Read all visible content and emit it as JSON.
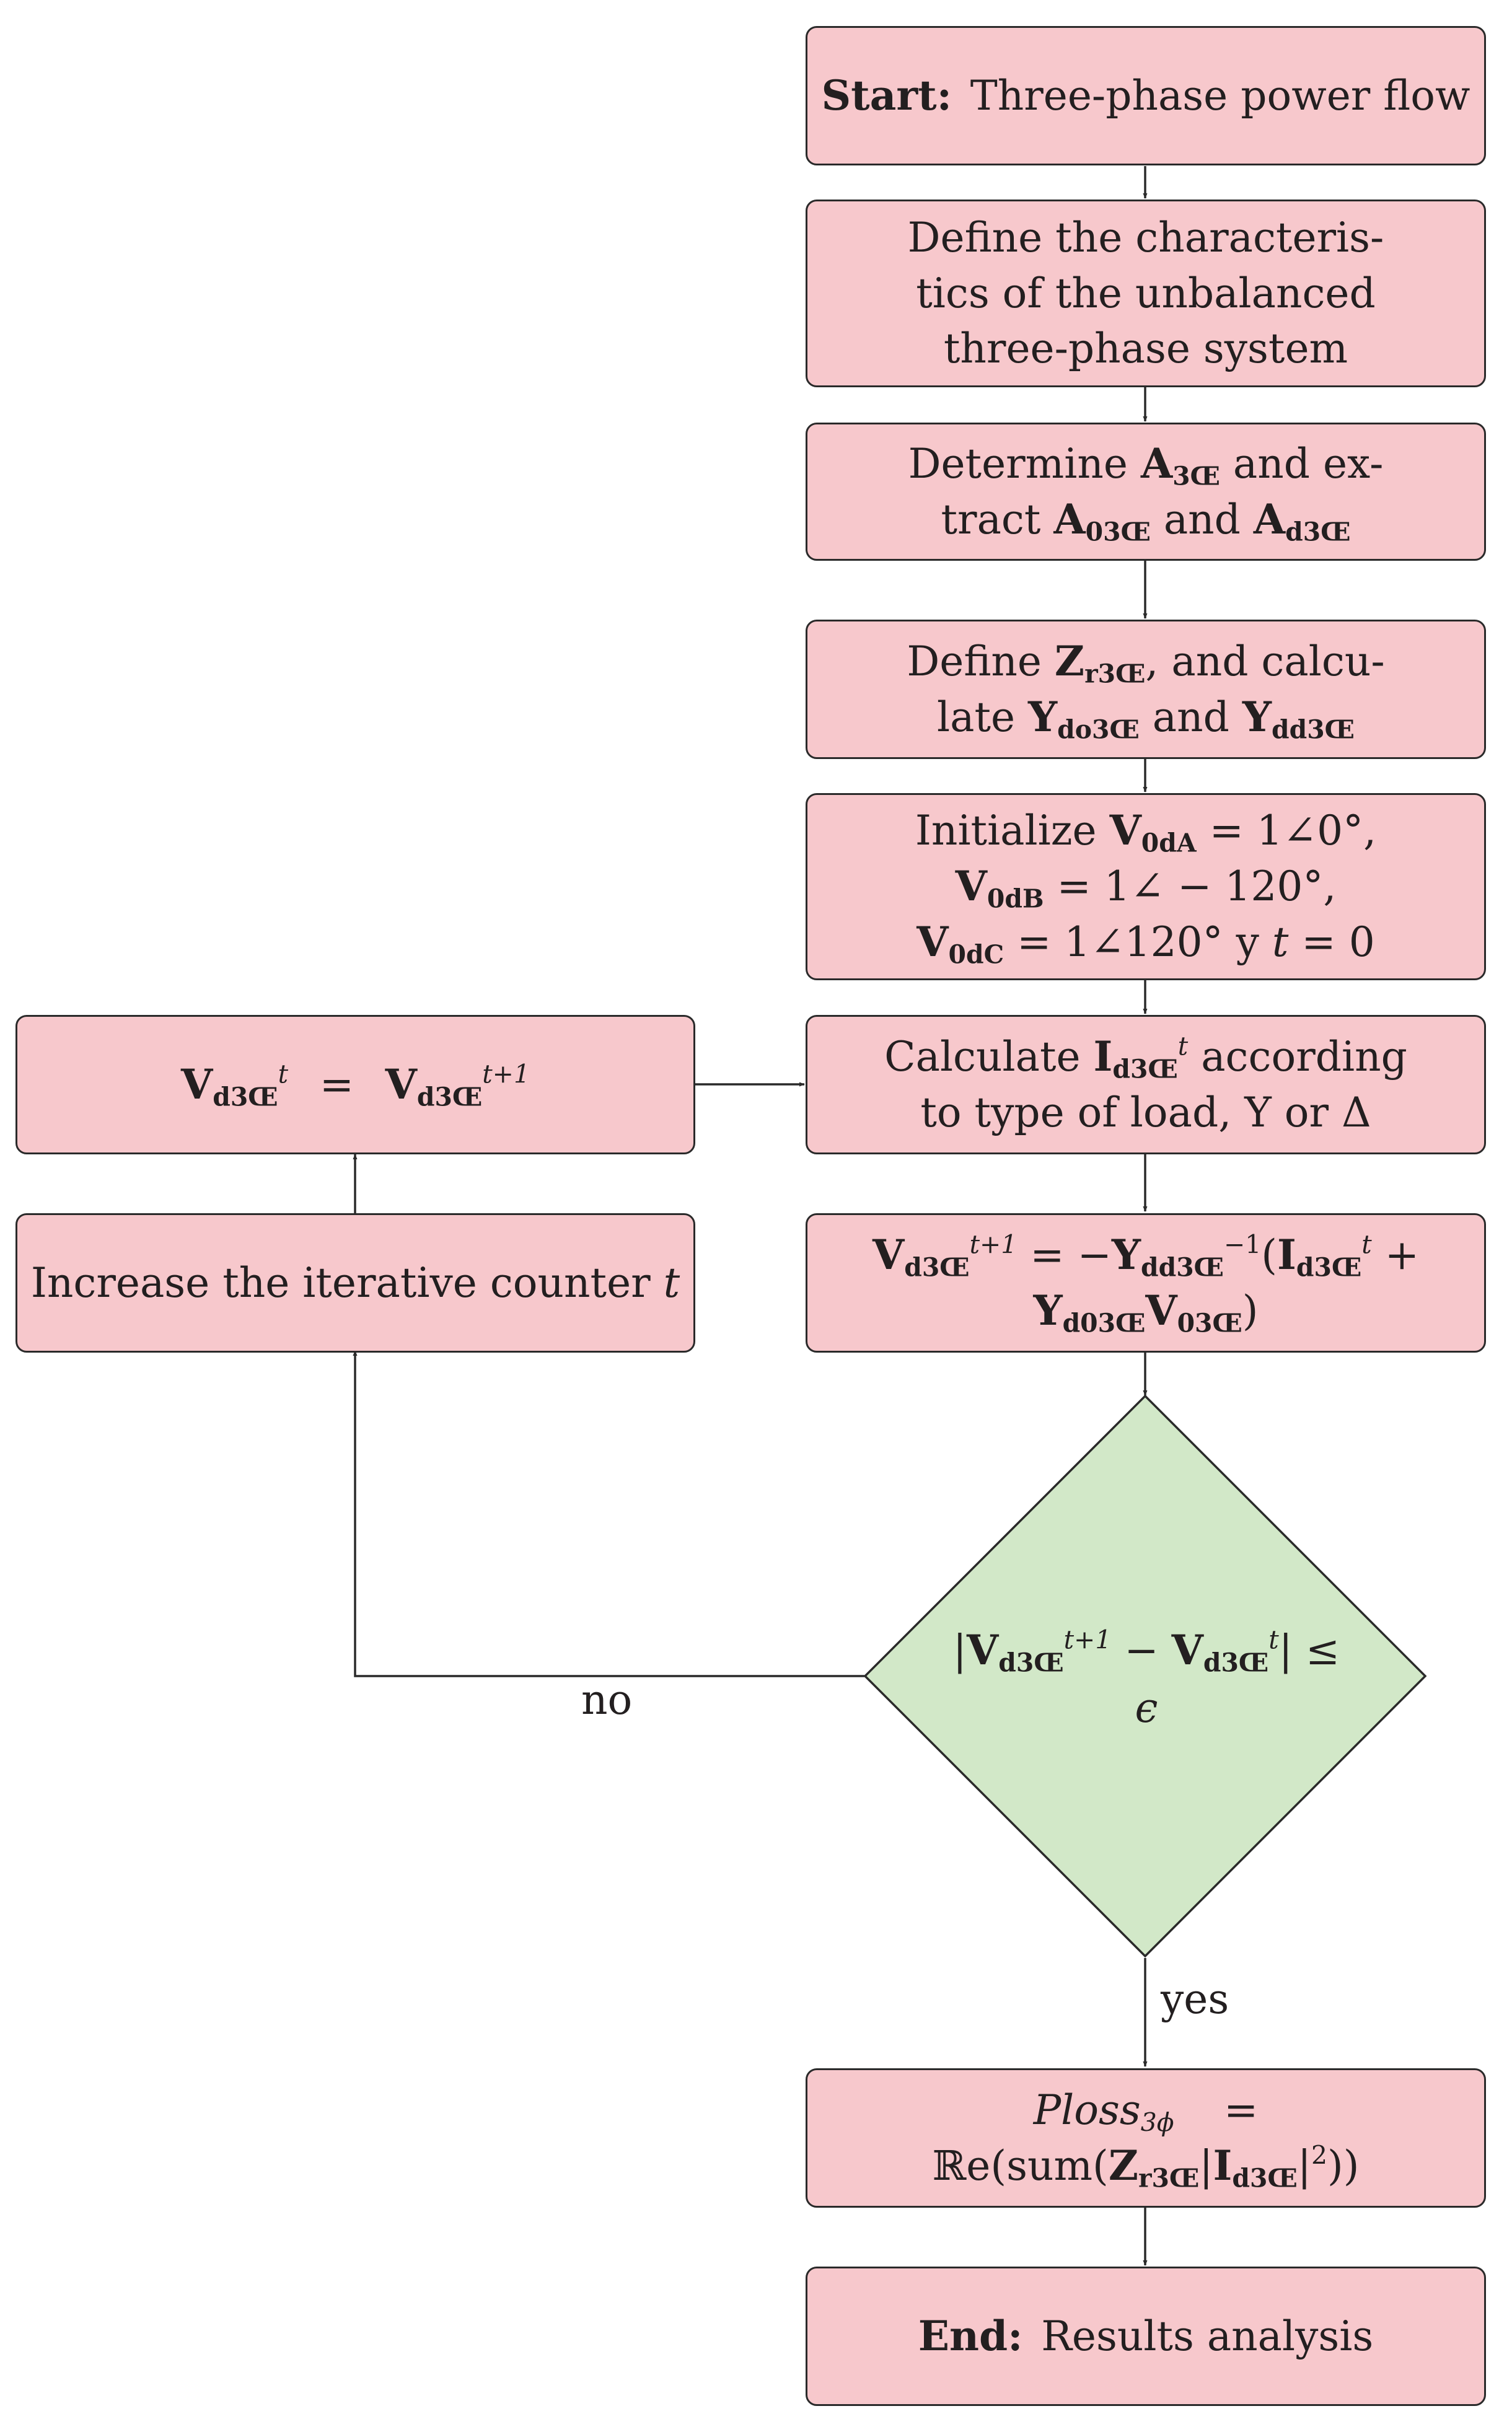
{
  "flowchart": {
    "start": {
      "bold": "Start:",
      "text": "Three-phase power flow"
    },
    "define": {
      "lines": [
        "Define the characteris-",
        "tics of the unbalanced",
        "three-phase system"
      ]
    },
    "determine": {
      "l1a": "Determine",
      "sym1": "A",
      "sub1": "3Œ",
      "l1b": "and ex-",
      "l2a": "tract",
      "sym2": "A",
      "sub2": "03Œ",
      "l2b": "and",
      "sym3": "A",
      "sub3": "d3Œ"
    },
    "define_z": {
      "l1a": "Define",
      "sym1": "Z",
      "sub1": "r3Œ",
      "l1b": ", and calcu-",
      "l2a": "late",
      "sym2": "Y",
      "sub2": "do3Œ",
      "l2b": "and",
      "sym3": "Y",
      "sub3": "dd3Œ"
    },
    "initialize": {
      "l1a": "Initialize",
      "sym1": "V",
      "sub1": "0dA",
      "l1b": "= 1∠0°,",
      "sym2": "V",
      "sub2": "0dB",
      "l2b": "= 1∠ − 120°,",
      "sym3": "V",
      "sub3": "0dC",
      "l3b": "= 1∠120° y",
      "var": "t",
      "l3c": "= 0"
    },
    "calculate": {
      "l1a": "Calculate",
      "sym": "I",
      "sub": "d3Œ",
      "sup": "t",
      "l1b": "according",
      "l2": "to type of load, Y or Δ"
    },
    "update_v": {
      "sym1": "V",
      "sub1": "d3Œ",
      "sup1": "t+1",
      "eq": "= −",
      "sym2": "Y",
      "sub2": "dd3Œ",
      "sup2": "−1",
      "paren": "(",
      "sym3": "I",
      "sub3": "d3Œ",
      "sup3": "t",
      "plus": "+",
      "sym4": "Y",
      "sub4": "d03Œ",
      "sym5": "V",
      "sub5": "03Œ",
      "close": ")"
    },
    "assign": {
      "sym1": "V",
      "sub1": "d3Œ",
      "sup1": "t",
      "eq": "=",
      "sym2": "V",
      "sub2": "d3Œ",
      "sup2": "t+1"
    },
    "increase": {
      "text": "Increase the iterative counter",
      "var": "t"
    },
    "decision": {
      "open": "|",
      "sym1": "V",
      "sub1": "d3Œ",
      "sup1": "t+1",
      "minus": "−",
      "sym2": "V",
      "sub2": "d3Œ",
      "sup2": "t",
      "close": "| ≤",
      "eps": "ϵ"
    },
    "ploss": {
      "var": "Ploss",
      "varsub": "3ϕ",
      "eq": "=",
      "re": "ℝe(sum(",
      "sym1": "Z",
      "sub1": "r3Œ",
      "bar": "|",
      "sym2": "I",
      "sub2": "d3Œ",
      "bar2": "|",
      "sup": "2",
      "end": "))"
    },
    "end": {
      "bold": "End:",
      "text": "Results analysis"
    },
    "labels": {
      "no": "no",
      "yes": "yes"
    }
  },
  "colors": {
    "box_fill": "#f7c8cc",
    "decision_fill": "#d2e8c8",
    "stroke": "#2a2a2a"
  }
}
